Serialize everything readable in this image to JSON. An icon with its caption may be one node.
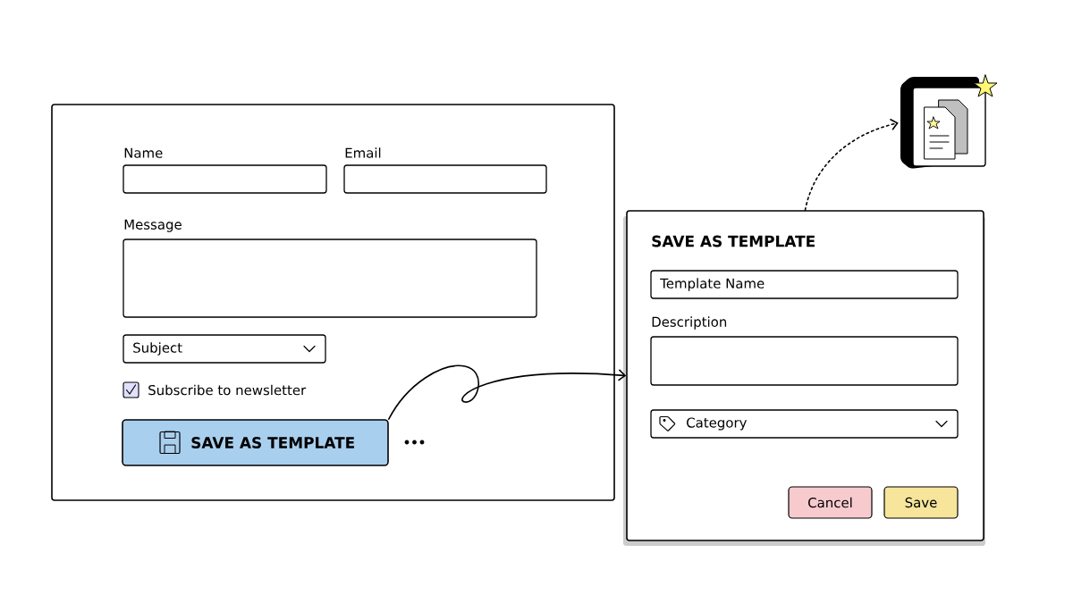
{
  "diagram": {
    "nodes": [
      {
        "text": [],
        "shape": "box"
      },
      {
        "text": [
          "Name"
        ],
        "in": 0
      },
      {
        "text": [
          "Email"
        ],
        "in": 0
      },
      {
        "text": [
          "Message"
        ],
        "in": 0
      },
      {
        "text": [
          "Subject"
        ],
        "in": 0
      },
      {
        "text": [
          "SAVE AS TEMPLATE"
        ],
        "in": 0
      },
      {
        "text": [
          "SAVE AS TEMPLATE"
        ]
      },
      {
        "text": [
          "Template Name"
        ],
        "in": 6
      },
      {
        "text": [
          "Description"
        ],
        "in": 6
      },
      {
        "text": [
          "Category"
        ],
        "in": 6
      },
      {
        "text": [
          "Cancel"
        ],
        "in": 6
      },
      {
        "text": [
          "Save"
        ],
        "in": 6
      },
      {
        "text": [],
        "shape": "picture"
      }
    ],
    "edges": [
      {
        "from": 5,
        "to": 6,
        "arrow": "to"
      },
      {
        "from": 6,
        "to": 12,
        "arrow": "to",
        "style": "dashed"
      }
    ],
    "labels": [
      "Subscribe to newsletter"
    ]
  }
}
